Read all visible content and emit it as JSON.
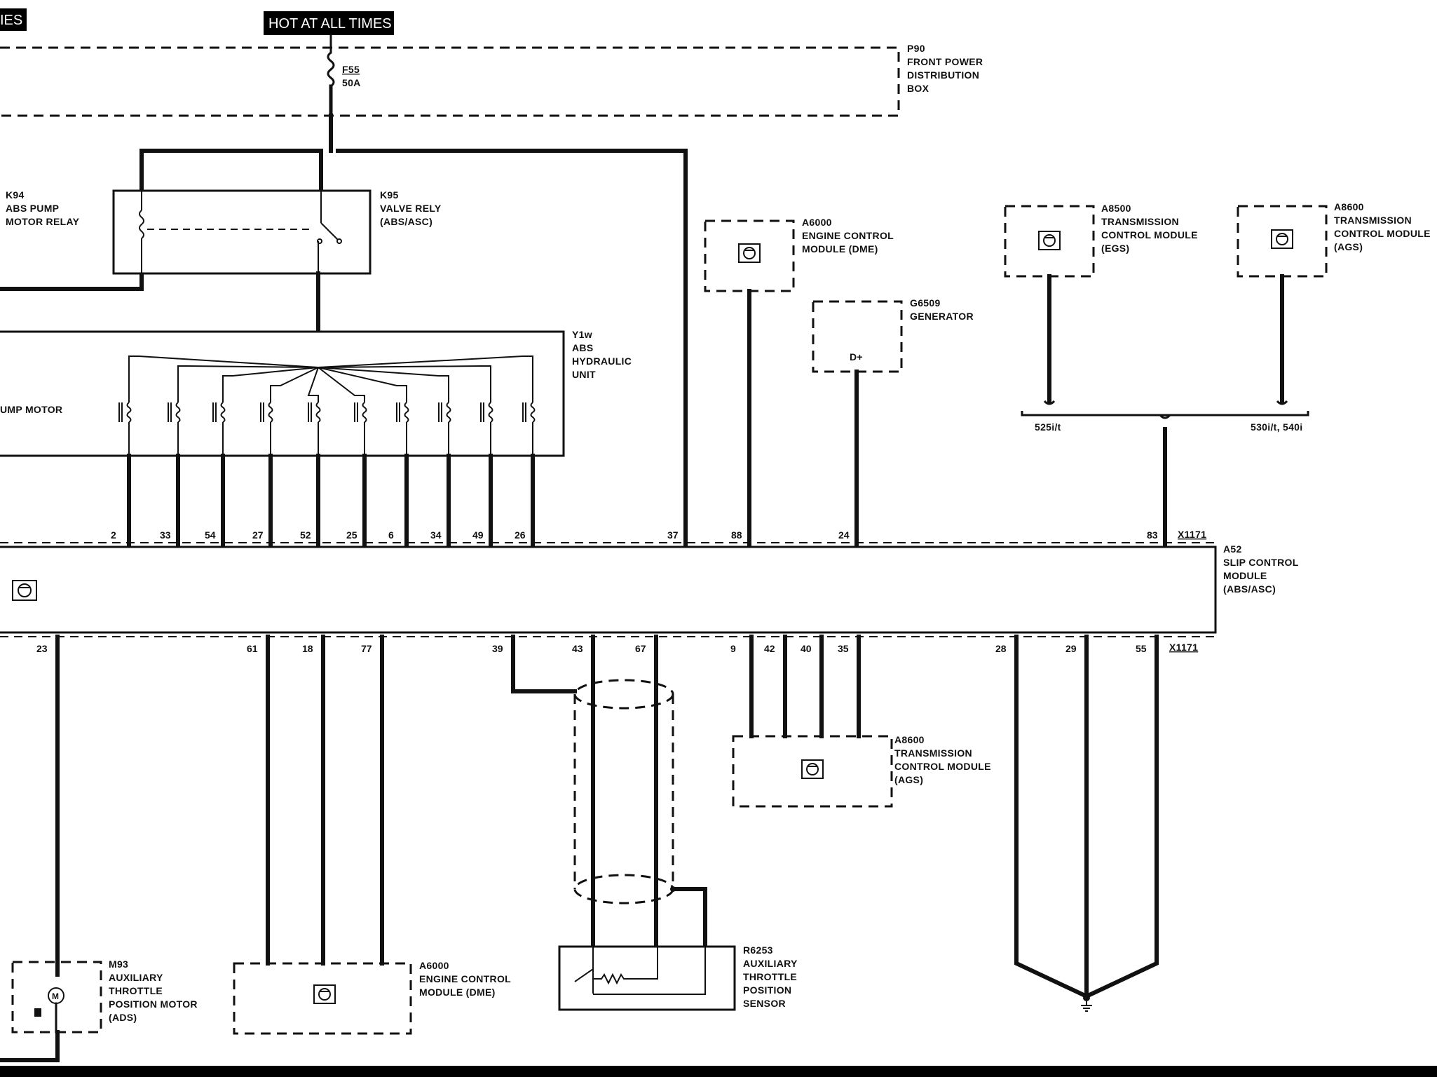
{
  "banners": {
    "left": "IES",
    "hot": "HOT AT ALL TIMES"
  },
  "fuse": {
    "id": "F55",
    "rating": "50A"
  },
  "p90": {
    "line1": "P90",
    "line2": "FRONT POWER",
    "line3": "DISTRIBUTION",
    "line4": "BOX"
  },
  "k94": {
    "line1": "K94",
    "line2": "ABS PUMP",
    "line3": "MOTOR RELAY"
  },
  "k95": {
    "line1": "K95",
    "line2": "VALVE RELY",
    "line3": "(ABS/ASC)"
  },
  "y1w": {
    "line1": "Y1w",
    "line2": "ABS",
    "line3": "HYDRAULIC",
    "line4": "UNIT"
  },
  "pump_motor": "UMP MOTOR",
  "a6000_top": {
    "line1": "A6000",
    "line2": "ENGINE CONTROL",
    "line3": "MODULE (DME)"
  },
  "g6509": {
    "line1": "G6509",
    "line2": "GENERATOR",
    "terminal": "D+"
  },
  "a8500": {
    "line1": "A8500",
    "line2": "TRANSMISSION",
    "line3": "CONTROL MODULE",
    "line4": "(EGS)"
  },
  "a8600_top": {
    "line1": "A8600",
    "line2": "TRANSMISSION",
    "line3": "CONTROL MODULE",
    "line4": "(AGS)"
  },
  "variants": {
    "left": "525i/t",
    "right": "530i/t, 540i"
  },
  "a52": {
    "line1": "A52",
    "line2": "SLIP CONTROL",
    "line3": "MODULE",
    "line4": "(ABS/ASC)"
  },
  "connector": "X1171",
  "top_pins": [
    "2",
    "33",
    "54",
    "27",
    "52",
    "25",
    "6",
    "34",
    "49",
    "26",
    "37",
    "88",
    "24",
    "83"
  ],
  "bottom_pins": [
    "23",
    "61",
    "18",
    "77",
    "39",
    "43",
    "67",
    "9",
    "42",
    "40",
    "35",
    "28",
    "29",
    "55"
  ],
  "a8600_bottom": {
    "line1": "A8600",
    "line2": "TRANSMISSION",
    "line3": "CONTROL MODULE",
    "line4": "(AGS)"
  },
  "m93": {
    "line1": "M93",
    "line2": "AUXILIARY",
    "line3": "THROTTLE",
    "line4": "POSITION MOTOR",
    "line5": "(ADS)"
  },
  "a6000_bottom": {
    "line1": "A6000",
    "line2": "ENGINE CONTROL",
    "line3": "MODULE (DME)"
  },
  "r6253": {
    "line1": "R6253",
    "line2": "AUXILIARY",
    "line3": "THROTTLE",
    "line4": "POSITION",
    "line5": "SENSOR"
  },
  "motor_symbol": "M"
}
